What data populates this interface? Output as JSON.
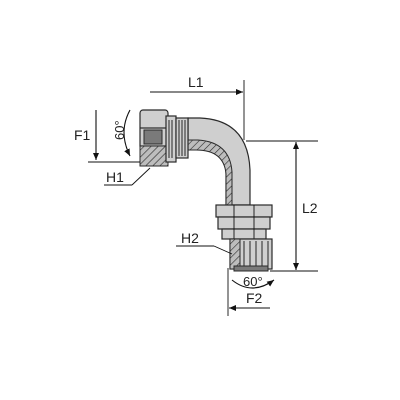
{
  "diagram": {
    "labels": {
      "l1": "L1",
      "l2": "L2",
      "f1": "F1",
      "f2": "F2",
      "h1": "H1",
      "h2": "H2",
      "angle_top": "60°",
      "angle_bottom": "60°"
    },
    "colors": {
      "metal": "#cfcfcf",
      "metal_dark": "#7a7a7a",
      "outline": "#2a2a2a",
      "dimension_line": "#111111"
    }
  }
}
